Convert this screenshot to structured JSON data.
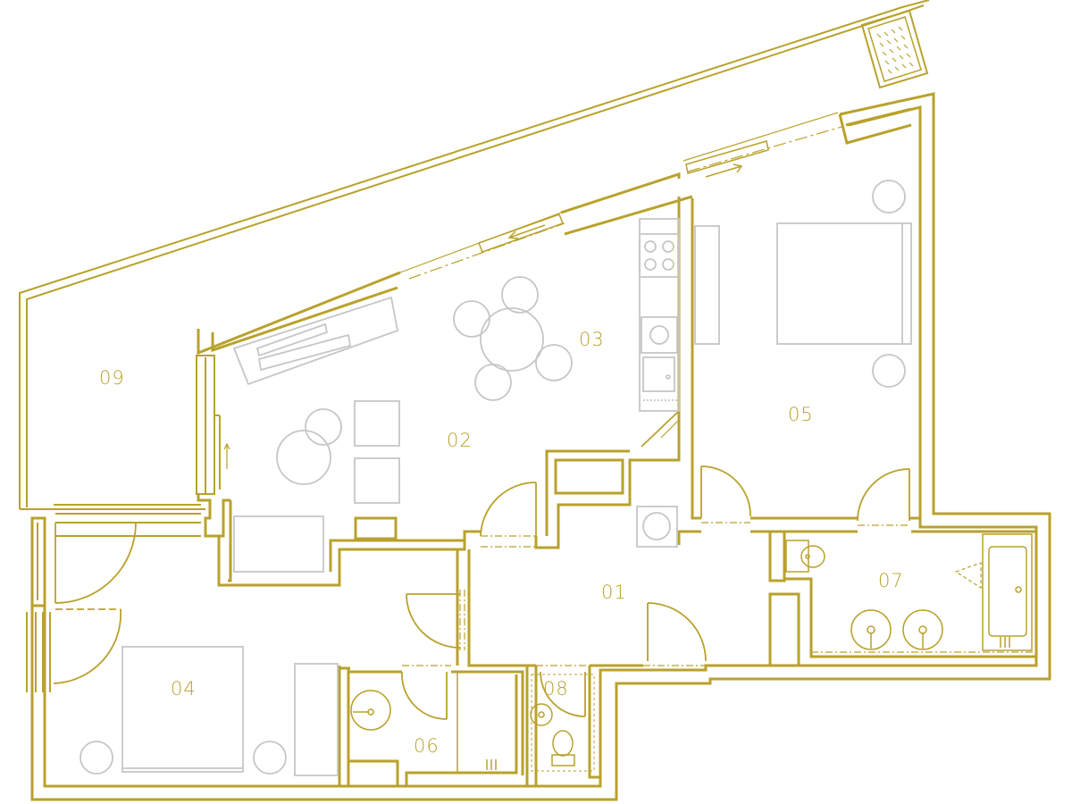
{
  "colors": {
    "wall": "#b8a22c",
    "furniture": "#c6c6c6",
    "background": "#ffffff"
  },
  "rooms": [
    {
      "id": "01",
      "label": "01"
    },
    {
      "id": "02",
      "label": "02"
    },
    {
      "id": "03",
      "label": "03"
    },
    {
      "id": "04",
      "label": "04"
    },
    {
      "id": "05",
      "label": "05"
    },
    {
      "id": "06",
      "label": "06"
    },
    {
      "id": "07",
      "label": "07"
    },
    {
      "id": "08",
      "label": "08"
    },
    {
      "id": "09",
      "label": "09"
    }
  ]
}
